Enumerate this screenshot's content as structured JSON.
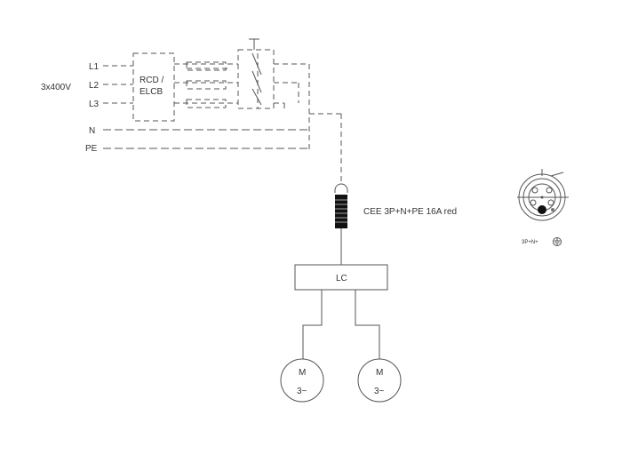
{
  "supply": {
    "voltage": "3x400V",
    "phases": [
      "L1",
      "L2",
      "L3"
    ],
    "neutral": "N",
    "protective_earth": "PE"
  },
  "rcd": {
    "line1": "RCD /",
    "line2": "ELCB"
  },
  "connector_label": "CEE 3P+N+PE 16A red",
  "controller": {
    "label": "LC"
  },
  "motors": [
    {
      "label": "M",
      "sub": "3~"
    },
    {
      "label": "M",
      "sub": "3~"
    }
  ],
  "socket": {
    "caption": "3P+N+",
    "earth_symbol": "⏚"
  },
  "colors": {
    "line": "#555555",
    "text": "#333333",
    "plug_body": "#111111"
  }
}
